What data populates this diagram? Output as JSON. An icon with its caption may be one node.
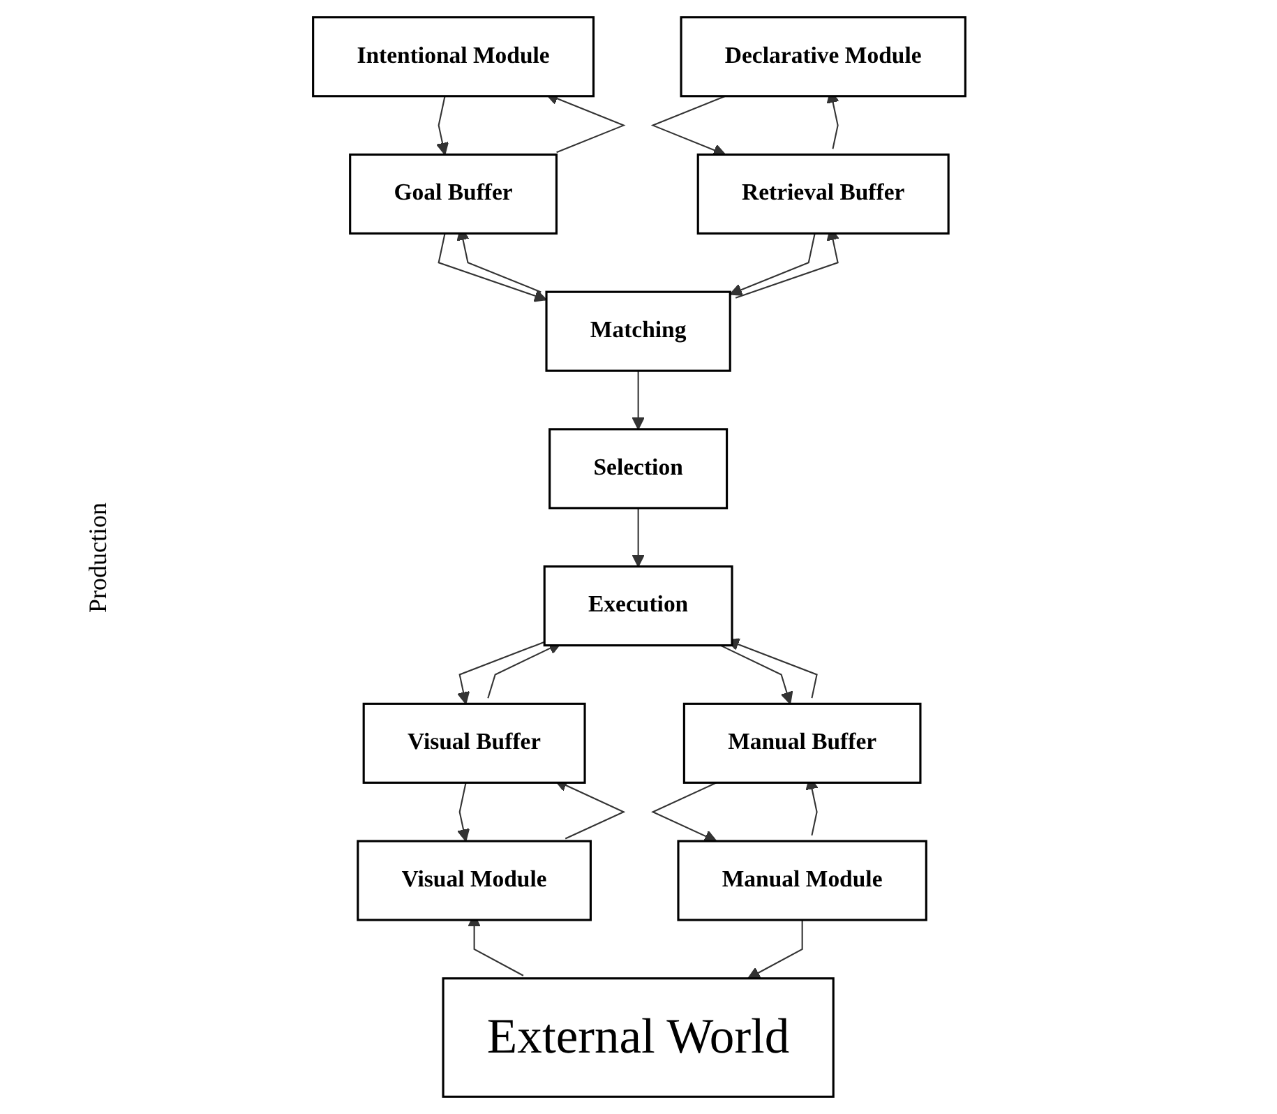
{
  "diagram": {
    "nodes": [
      {
        "text": [
          "Intentional Module"
        ]
      },
      {
        "text": [
          "Declarative Module"
        ]
      },
      {
        "text": [
          "Goal Buffer"
        ]
      },
      {
        "text": [
          "Retrieval Buffer"
        ]
      },
      {
        "text": [
          "Matching"
        ]
      },
      {
        "text": [
          "Selection"
        ]
      },
      {
        "text": [
          "Execution"
        ]
      },
      {
        "text": [
          "Visual Buffer"
        ]
      },
      {
        "text": [
          "Manual Buffer"
        ]
      },
      {
        "text": [
          "Visual Module"
        ]
      },
      {
        "text": [
          "Manual Module"
        ]
      },
      {
        "text": [
          "External World"
        ]
      }
    ],
    "edges": [
      {
        "from": 0,
        "to": 2,
        "arrow": "to"
      },
      {
        "from": 2,
        "to": 0,
        "arrow": "to"
      },
      {
        "from": 1,
        "to": 3,
        "arrow": "to"
      },
      {
        "from": 3,
        "to": 1,
        "arrow": "to"
      },
      {
        "from": 2,
        "to": 4,
        "arrow": "to"
      },
      {
        "from": 4,
        "to": 2,
        "arrow": "to"
      },
      {
        "from": 3,
        "to": 4,
        "arrow": "to"
      },
      {
        "from": 4,
        "to": 3,
        "arrow": "to"
      },
      {
        "from": 4,
        "to": 5,
        "arrow": "to"
      },
      {
        "from": 5,
        "to": 6,
        "arrow": "to"
      },
      {
        "from": 6,
        "to": 7,
        "arrow": "to"
      },
      {
        "from": 7,
        "to": 6,
        "arrow": "to"
      },
      {
        "from": 6,
        "to": 8,
        "arrow": "to"
      },
      {
        "from": 8,
        "to": 6,
        "arrow": "to"
      },
      {
        "from": 7,
        "to": 9,
        "arrow": "to"
      },
      {
        "from": 9,
        "to": 7,
        "arrow": "to"
      },
      {
        "from": 8,
        "to": 10,
        "arrow": "to"
      },
      {
        "from": 10,
        "to": 8,
        "arrow": "to"
      },
      {
        "from": 11,
        "to": 9,
        "arrow": "to"
      },
      {
        "from": 10,
        "to": 11,
        "arrow": "to"
      }
    ],
    "labels": [
      "Production"
    ]
  }
}
